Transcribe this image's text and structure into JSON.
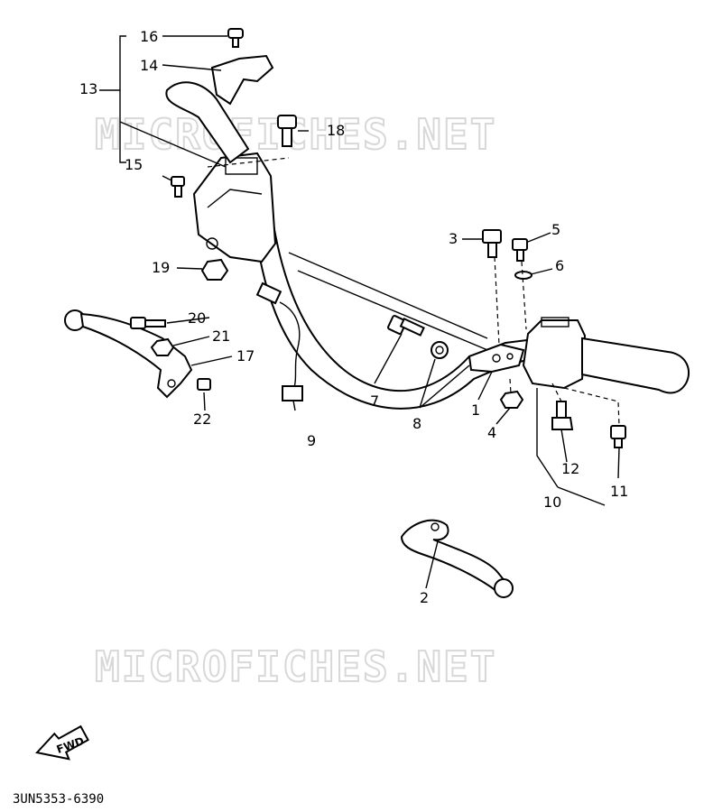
{
  "watermark": {
    "text_top": "MICROFICHES.NET",
    "text_bottom": "MICROFICHES.NET"
  },
  "callouts": [
    "1",
    "2",
    "3",
    "4",
    "5",
    "6",
    "7",
    "8",
    "9",
    "10",
    "11",
    "12",
    "13",
    "14",
    "15",
    "16",
    "17",
    "18",
    "19",
    "20",
    "21",
    "22"
  ],
  "direction_badge": "FWD",
  "diagram_code": "3UN5353-6390"
}
